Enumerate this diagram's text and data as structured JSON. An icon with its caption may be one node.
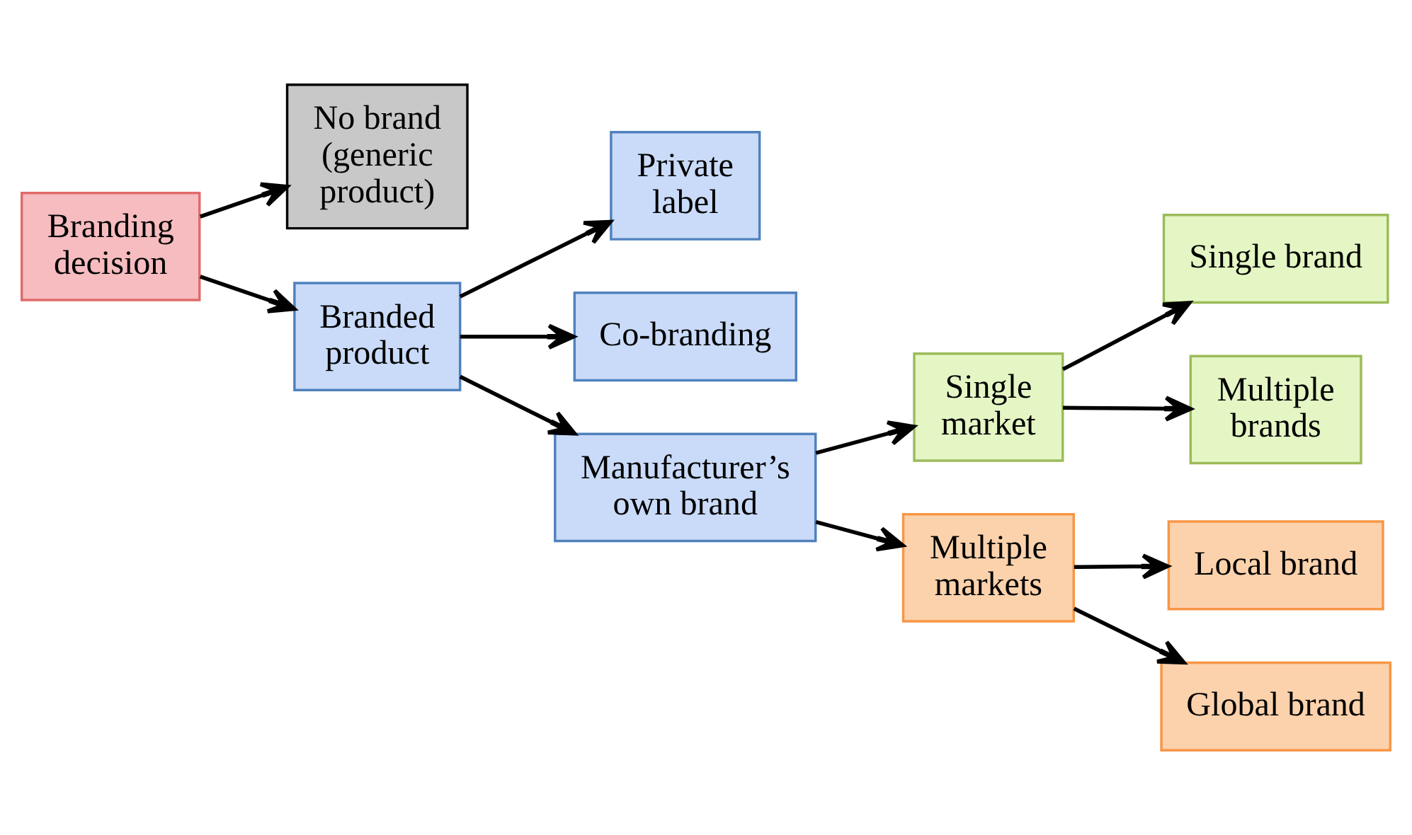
{
  "diagram": {
    "nodes": [
      {
        "text": [
          "Branding decision"
        ]
      },
      {
        "text": [
          "No brand (generic product)"
        ]
      },
      {
        "text": [
          "Branded product"
        ]
      },
      {
        "text": [
          "Private label"
        ]
      },
      {
        "text": [
          "Co-branding"
        ]
      },
      {
        "text": [
          "Manufacturer’s own brand"
        ]
      },
      {
        "text": [
          "Single market"
        ]
      },
      {
        "text": [
          "Multiple markets"
        ]
      },
      {
        "text": [
          "Single brand"
        ]
      },
      {
        "text": [
          "Multiple brands"
        ]
      },
      {
        "text": [
          "Local brand"
        ]
      },
      {
        "text": [
          "Global brand"
        ]
      }
    ],
    "edges": [
      {
        "from": 0,
        "to": 1,
        "arrow": "to"
      },
      {
        "from": 0,
        "to": 2,
        "arrow": "to"
      },
      {
        "from": 2,
        "to": 3,
        "arrow": "to"
      },
      {
        "from": 2,
        "to": 4,
        "arrow": "to"
      },
      {
        "from": 2,
        "to": 5,
        "arrow": "to"
      },
      {
        "from": 5,
        "to": 6,
        "arrow": "to"
      },
      {
        "from": 5,
        "to": 7,
        "arrow": "to"
      },
      {
        "from": 6,
        "to": 8,
        "arrow": "to"
      },
      {
        "from": 6,
        "to": 9,
        "arrow": "to"
      },
      {
        "from": 7,
        "to": 10,
        "arrow": "to"
      },
      {
        "from": 7,
        "to": 11,
        "arrow": "to"
      }
    ]
  }
}
